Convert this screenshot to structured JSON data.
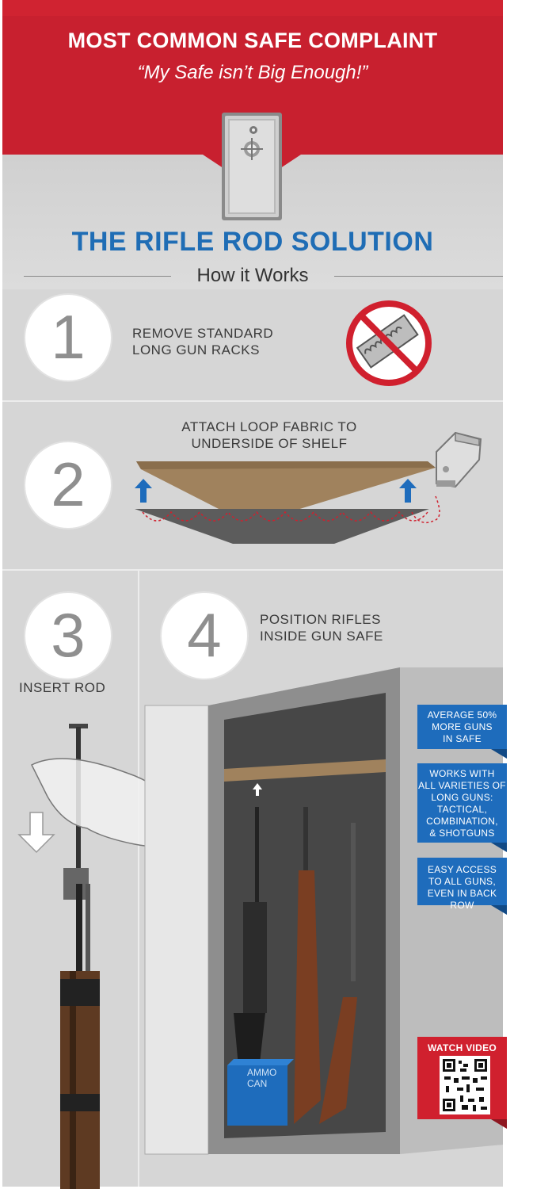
{
  "header": {
    "title": "MOST COMMON SAFE COMPLAINT",
    "quote": "“My Safe isn’t Big Enough!”"
  },
  "solution": {
    "title": "THE RIFLE ROD SOLUTION",
    "subtitle": "How it Works"
  },
  "steps": [
    {
      "number": "1",
      "text_lines": [
        "REMOVE STANDARD",
        "LONG GUN RACKS"
      ]
    },
    {
      "number": "2",
      "text_lines": [
        "ATTACH LOOP FABRIC TO",
        "UNDERSIDE OF SHELF"
      ]
    },
    {
      "number": "3",
      "text_lines": [
        "INSERT ROD"
      ]
    },
    {
      "number": "4",
      "text_lines": [
        "POSITION RIFLES",
        "INSIDE GUN SAFE"
      ]
    }
  ],
  "features": [
    {
      "lines": [
        "AVERAGE 50%",
        "MORE GUNS",
        "IN SAFE"
      ]
    },
    {
      "lines": [
        "WORKS WITH",
        "ALL VARIETIES OF",
        "LONG GUNS:",
        "TACTICAL,",
        "COMBINATION,",
        "& SHOTGUNS"
      ]
    },
    {
      "lines": [
        "EASY ACCESS",
        "TO ALL GUNS,",
        "EVEN IN BACK ROW"
      ]
    }
  ],
  "ammo_can": {
    "lines": [
      "AMMO",
      "CAN"
    ]
  },
  "video": {
    "label": "WATCH VIDEO"
  },
  "colors": {
    "header_red": "#c8202f",
    "panel_gray": "#d8d8d8",
    "title_blue": "#1f6db5",
    "feature_blue": "#1e6cbc",
    "accent_red": "#d0202e"
  },
  "icons": [
    "safe-icon",
    "no-rack-icon",
    "up-arrow-icon",
    "staple-gun-icon",
    "down-arrow-icon",
    "hand-icon",
    "qr-code-icon"
  ]
}
